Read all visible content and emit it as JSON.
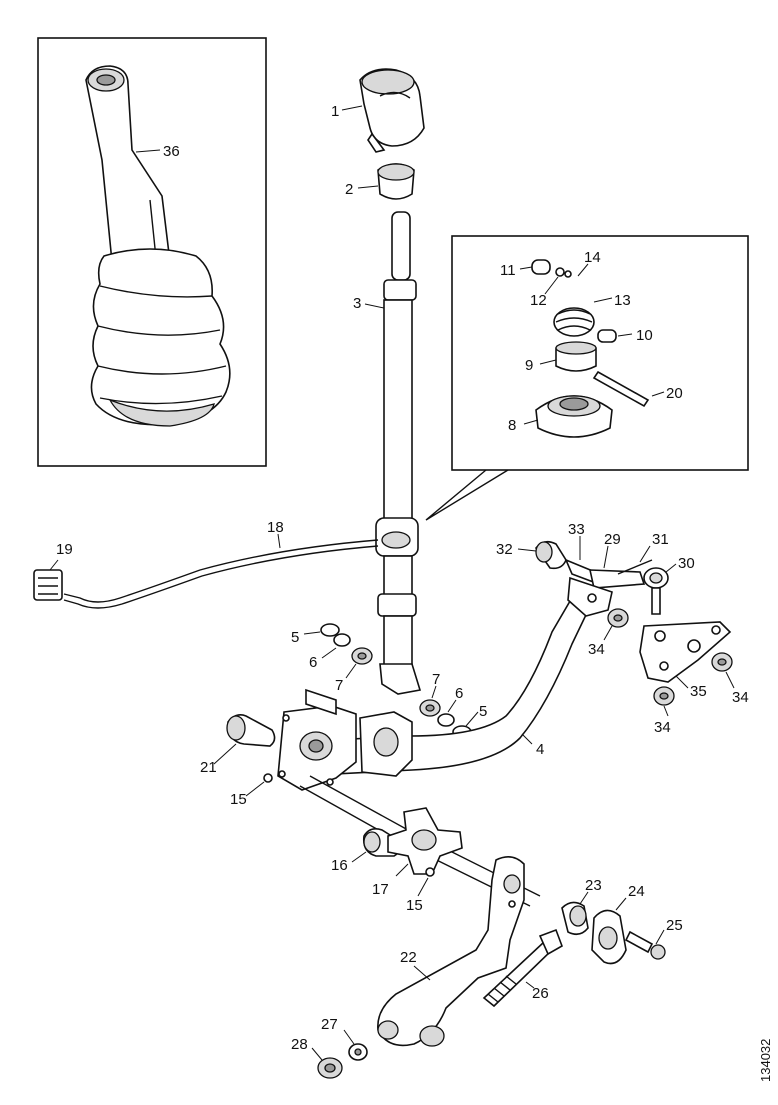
{
  "labels": {
    "p1": "1",
    "p2": "2",
    "p3": "3",
    "p4": "4",
    "p5a": "5",
    "p5b": "5",
    "p6a": "6",
    "p6b": "6",
    "p7a": "7",
    "p7b": "7",
    "p8": "8",
    "p9": "9",
    "p10": "10",
    "p11": "11",
    "p12": "12",
    "p13": "13",
    "p14": "14",
    "p15a": "15",
    "p15b": "15",
    "p16": "16",
    "p17": "17",
    "p18": "18",
    "p19": "19",
    "p20": "20",
    "p21": "21",
    "p22": "22",
    "p23": "23",
    "p24": "24",
    "p25": "25",
    "p26": "26",
    "p27": "27",
    "p28": "28",
    "p29": "29",
    "p30": "30",
    "p31": "31",
    "p32": "32",
    "p33": "33",
    "p34a": "34",
    "p34b": "34",
    "p34c": "34",
    "p35": "35",
    "p36": "36"
  },
  "figure_code": "134032"
}
